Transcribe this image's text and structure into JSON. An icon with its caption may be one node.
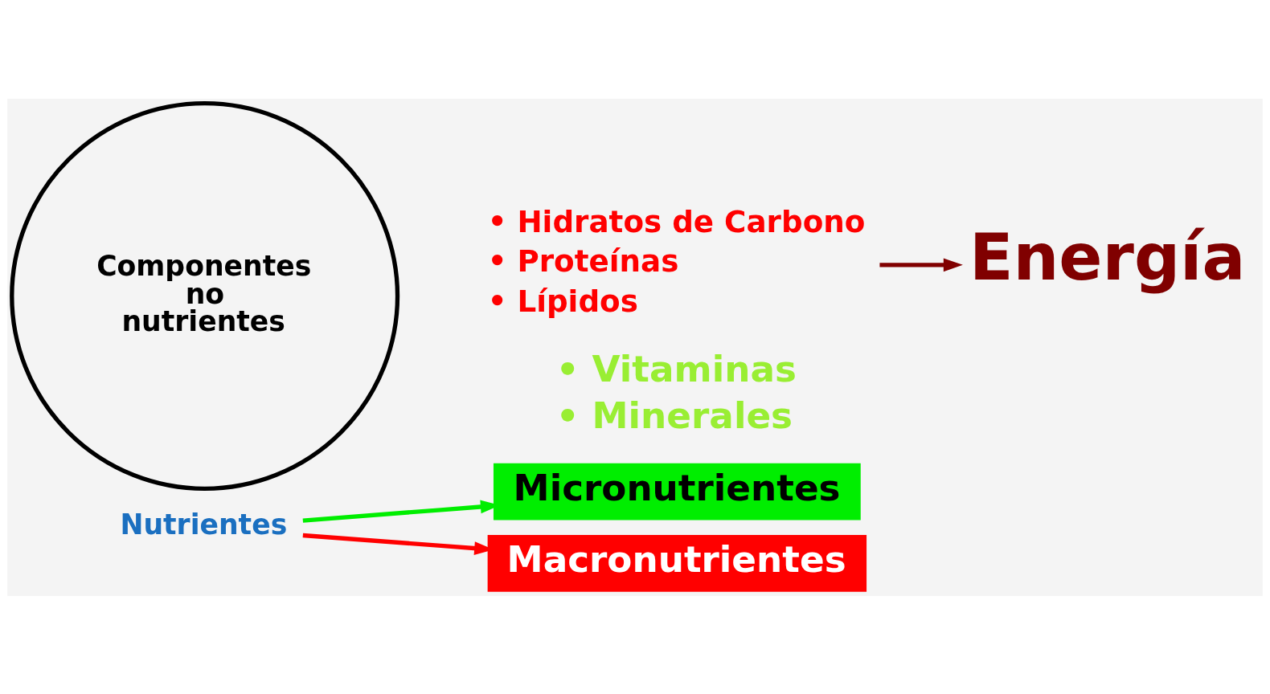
{
  "diagram": {
    "nodes": [
      {
        "text": [
          "Componentes no nutrientes"
        ]
      },
      {
        "text": [
          "Nutrientes"
        ]
      },
      {
        "text": [
          "Macronutrientes"
        ]
      },
      {
        "text": [
          "• Hidratos de Carbono",
          "• Proteínas",
          "• Lípidos"
        ]
      },
      {
        "text": [
          "Micronutrientes"
        ]
      },
      {
        "text": [
          "• Vitaminas",
          "• Minerales"
        ]
      },
      {
        "text": [
          "Energía"
        ]
      }
    ],
    "edges": [
      {
        "from": 1,
        "to": 2,
        "arrow": "to",
        "color": "#ff0000"
      },
      {
        "from": 3,
        "to": 6,
        "arrow": "to",
        "color": "#800000"
      },
      {
        "from": 1,
        "to": 4,
        "arrow": "to",
        "color": "#00ee00"
      }
    ]
  }
}
